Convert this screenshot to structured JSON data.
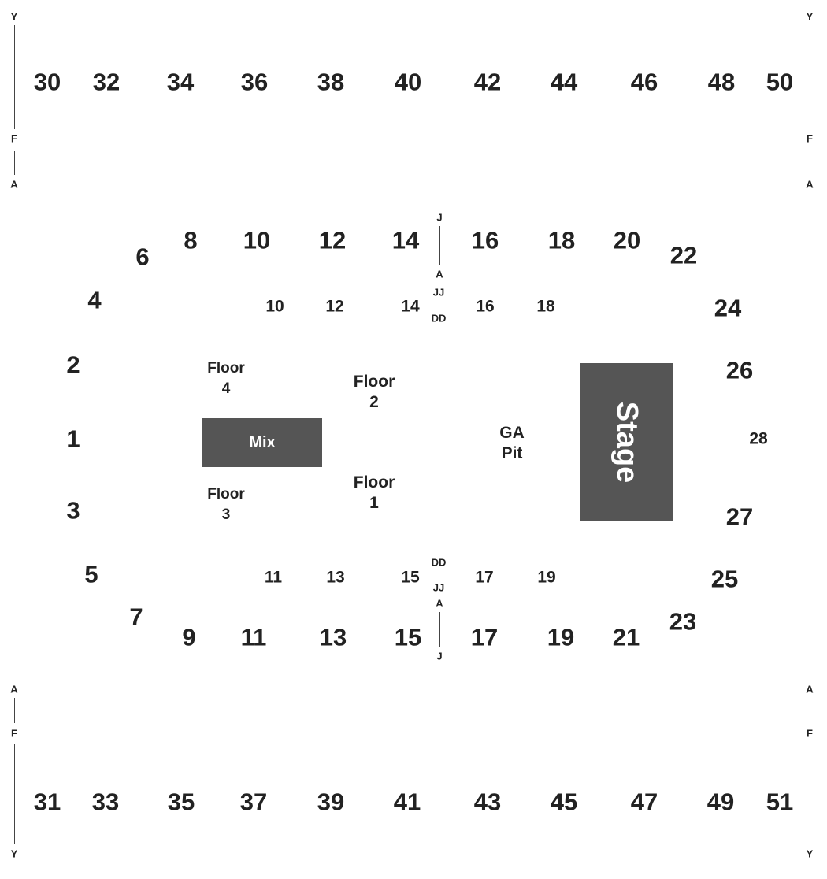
{
  "upper_top_sections": [
    "30",
    "32",
    "34",
    "36",
    "38",
    "40",
    "42",
    "44",
    "46",
    "48",
    "50"
  ],
  "upper_bottom_sections": [
    "31",
    "33",
    "35",
    "37",
    "39",
    "41",
    "43",
    "45",
    "47",
    "49",
    "51"
  ],
  "lower_top_sections": [
    "4",
    "6",
    "8",
    "10",
    "12",
    "14",
    "16",
    "18",
    "20",
    "22",
    "24"
  ],
  "lower_bottom_sections": [
    "5",
    "7",
    "9",
    "11",
    "13",
    "15",
    "17",
    "19",
    "21",
    "23",
    "25"
  ],
  "lower_side_left": [
    "2",
    "1",
    "3"
  ],
  "lower_side_right": [
    "26",
    "27"
  ],
  "side_small": "28",
  "inner_top": [
    "10",
    "12",
    "14",
    "16",
    "18"
  ],
  "inner_bottom": [
    "11",
    "13",
    "15",
    "17",
    "19"
  ],
  "row_labels": {
    "top_y": "Y",
    "top_f": "F",
    "top_a": "A",
    "bottom_a": "A",
    "bottom_f": "F",
    "bottom_y": "Y",
    "center_j": "J",
    "center_a": "A",
    "center_jj": "JJ",
    "center_dd": "DD"
  },
  "floor": {
    "floor4": [
      "Floor",
      "4"
    ],
    "floor2": [
      "Floor",
      "2"
    ],
    "floor1": [
      "Floor",
      "1"
    ],
    "floor3": [
      "Floor",
      "3"
    ],
    "ga_pit": [
      "GA",
      "Pit"
    ]
  },
  "mix_label": "Mix",
  "stage_label": "Stage",
  "colors": {
    "box_fill": "#555555",
    "text": "#222222",
    "box_text": "#ffffff",
    "line": "#444444"
  }
}
